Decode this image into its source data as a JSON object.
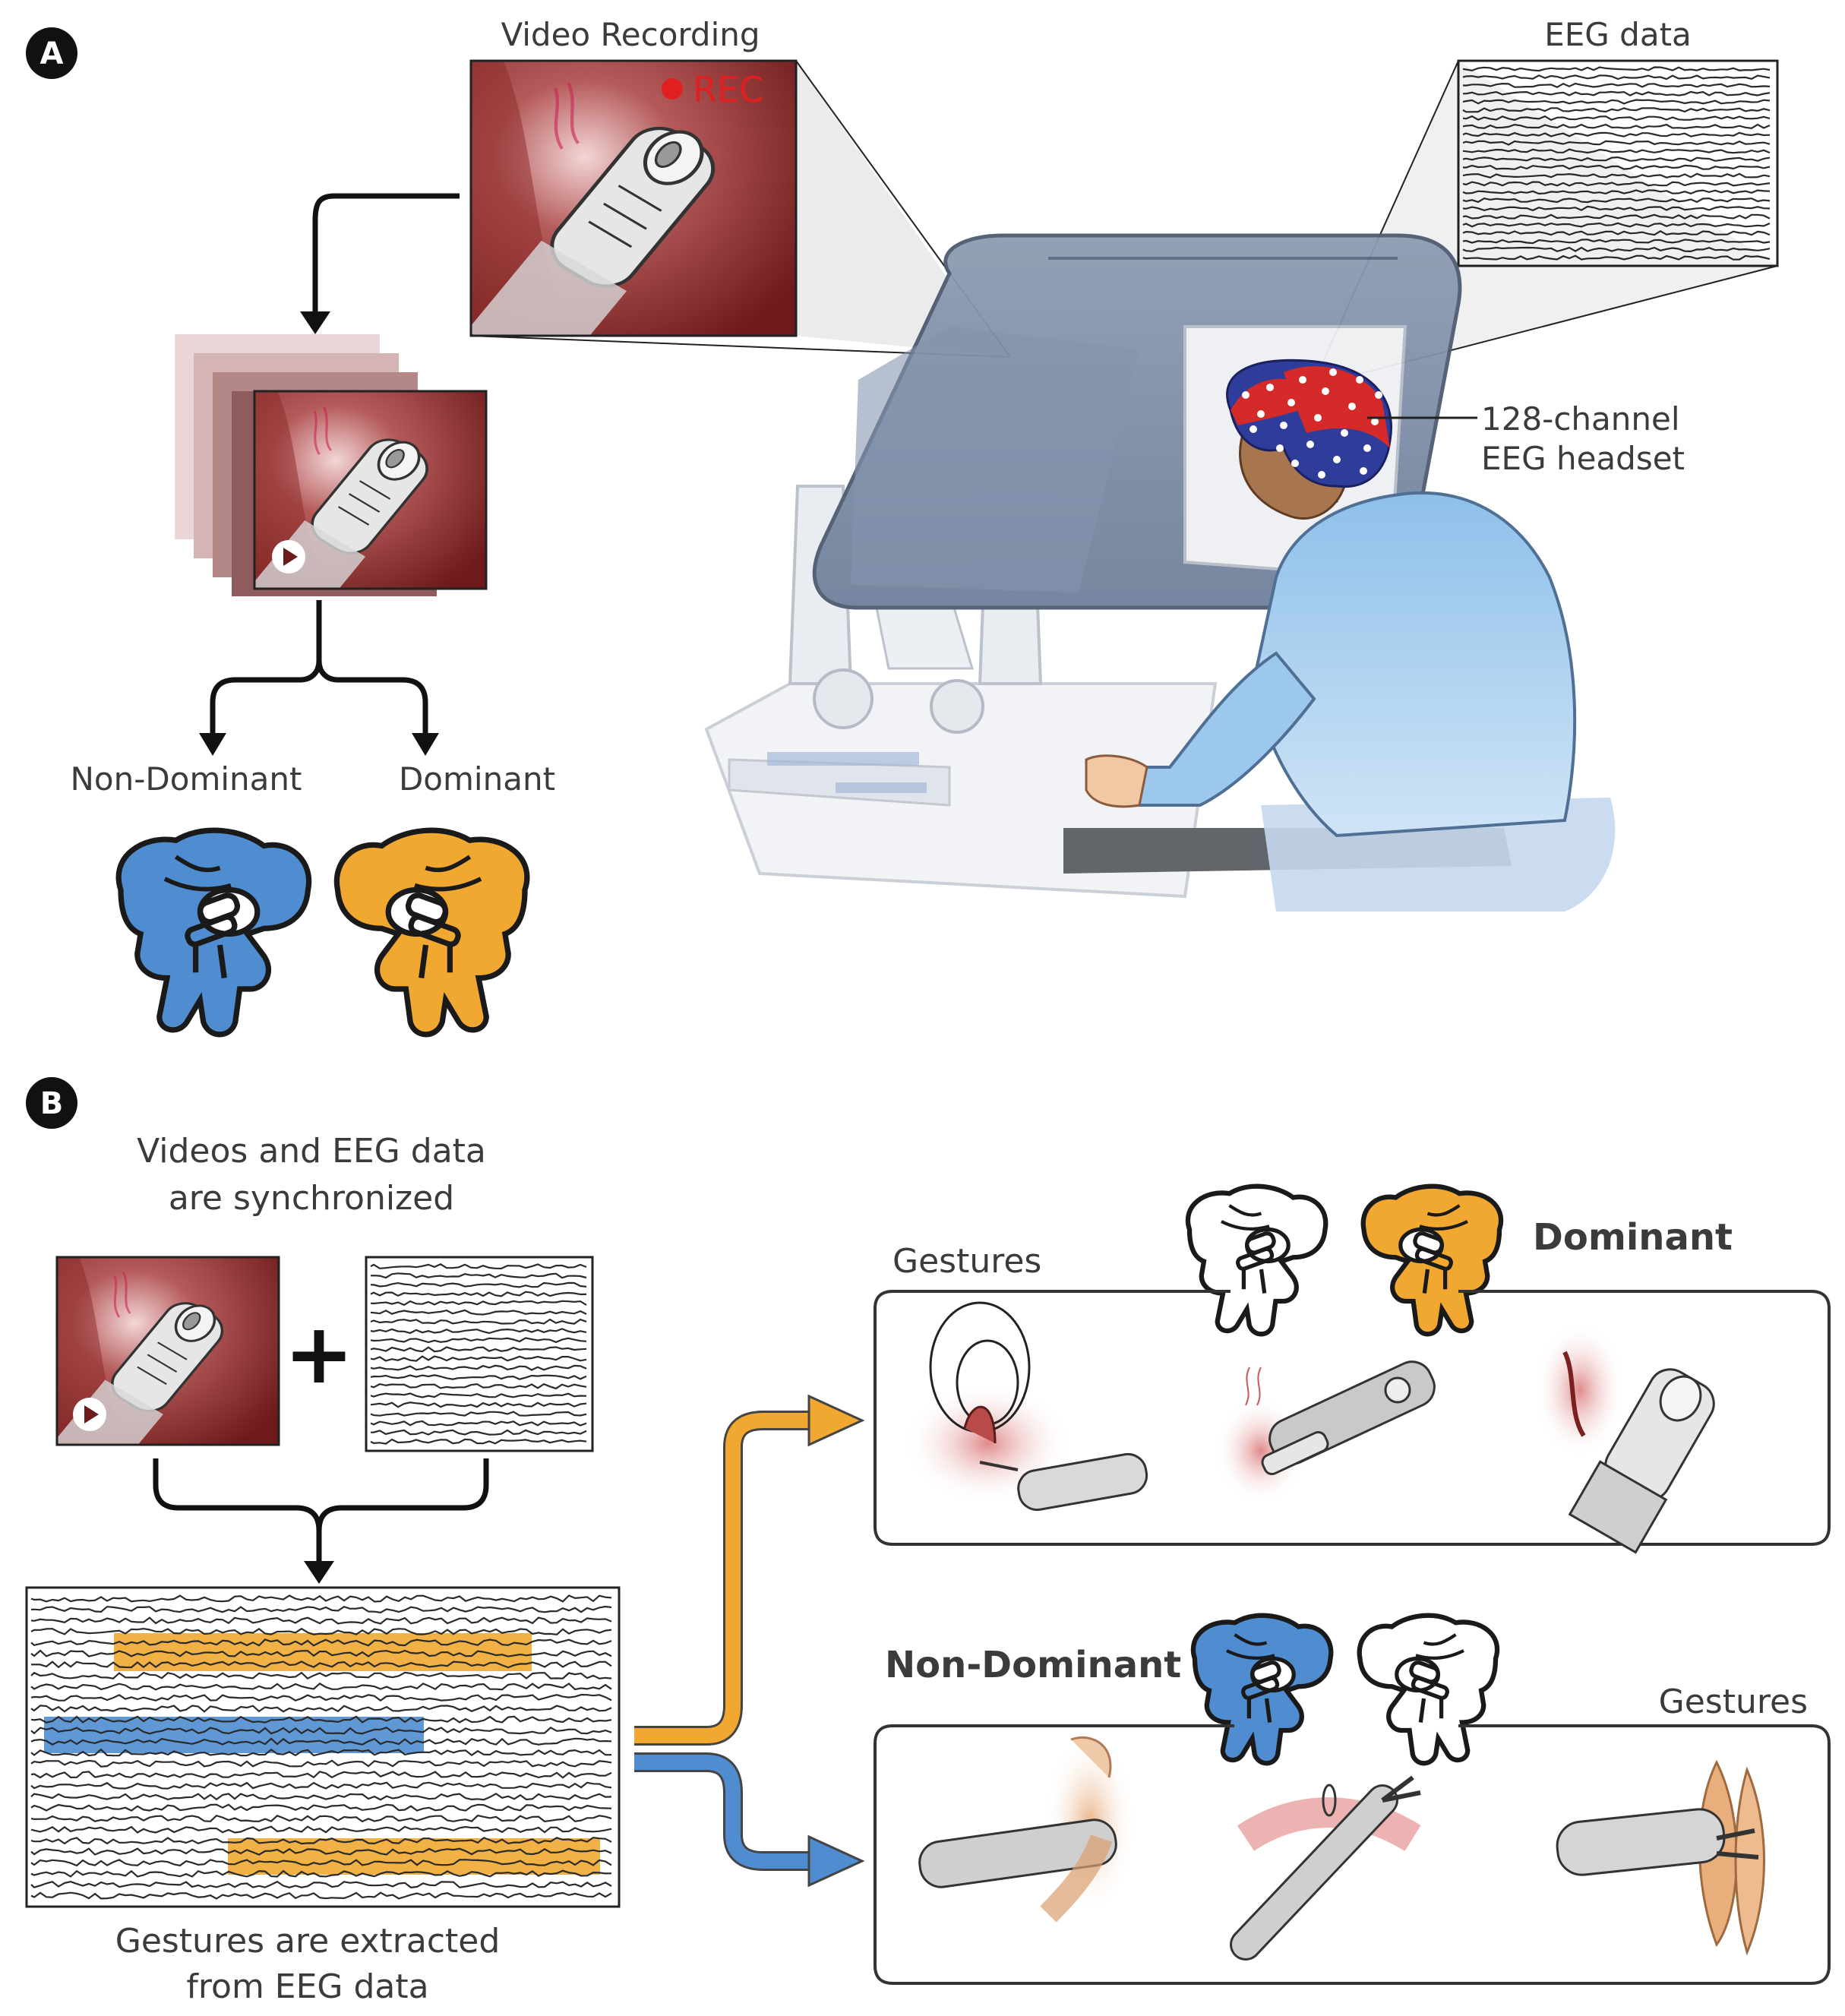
{
  "panel_a": {
    "badge": "A",
    "video_recording_label": "Video Recording",
    "rec_label": "REC",
    "eeg_data_label": "EEG data",
    "headset_label_line1": "128-channel",
    "headset_label_line2": "EEG headset",
    "non_dominant_label": "Non-Dominant",
    "dominant_label": "Dominant"
  },
  "panel_b": {
    "badge": "B",
    "sync_caption_line1": "Videos and EEG data",
    "sync_caption_line2": "are synchronized",
    "plus": "+",
    "extract_caption_line1": "Gestures are extracted",
    "extract_caption_line2": "from EEG data",
    "dominant_title": "Dominant",
    "dominant_gestures_label": "Gestures",
    "non_dominant_title": "Non-Dominant",
    "non_dominant_gestures_label": "Gestures"
  },
  "colors": {
    "dominant": "#f0a830",
    "non_dominant": "#4f8cd0",
    "console": "#8a9bb3",
    "surgical_red": "#7a2020",
    "rec_red": "#e02020",
    "cap_red": "#d42a2a",
    "cap_blue": "#2f3d9a"
  }
}
